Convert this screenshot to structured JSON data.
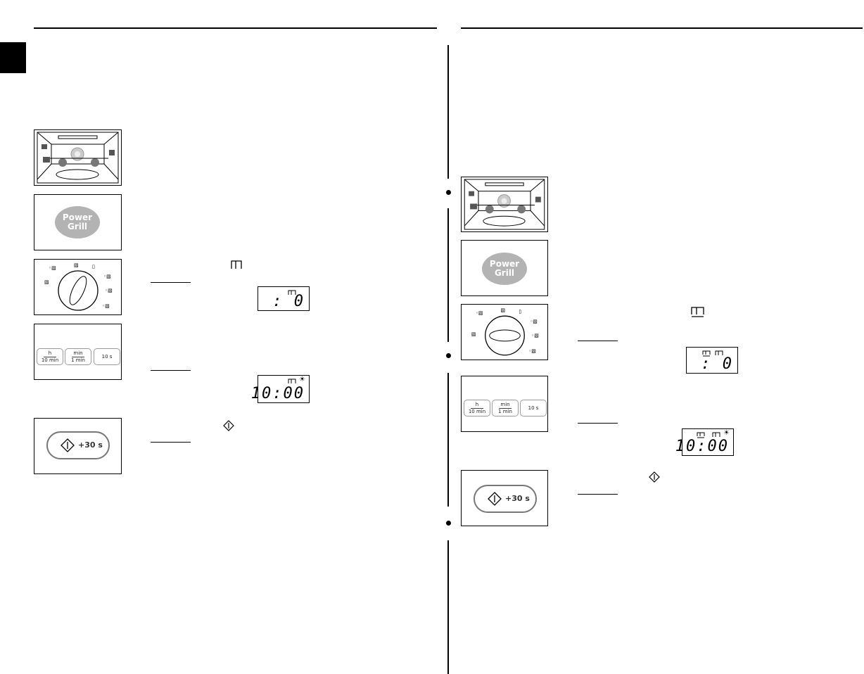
{
  "left_page": {
    "power_grill_button": {
      "line1": "Power",
      "line2": "Grill"
    },
    "time_keys": [
      {
        "top": "h",
        "bottom": "10 min"
      },
      {
        "top": "min",
        "bottom": "1 min"
      },
      {
        "single": "10 s"
      }
    ],
    "start_button_label": "+30 s",
    "display_1": {
      "digits": ": 0"
    },
    "display_2": {
      "digits": "10:00"
    }
  },
  "right_page": {
    "power_grill_button": {
      "line1": "Power",
      "line2": "Grill"
    },
    "time_keys": [
      {
        "top": "h",
        "bottom": "10 min"
      },
      {
        "top": "min",
        "bottom": "1 min"
      },
      {
        "single": "10 s"
      }
    ],
    "start_button_label": "+30 s",
    "display_1": {
      "digits": ": 0"
    },
    "display_2": {
      "digits": "10:00"
    }
  },
  "icons": [
    "grill-element-icon",
    "start-diamond-icon",
    "cooking-indicator-icon",
    "oven-interior-icon",
    "mode-dial-icon"
  ]
}
